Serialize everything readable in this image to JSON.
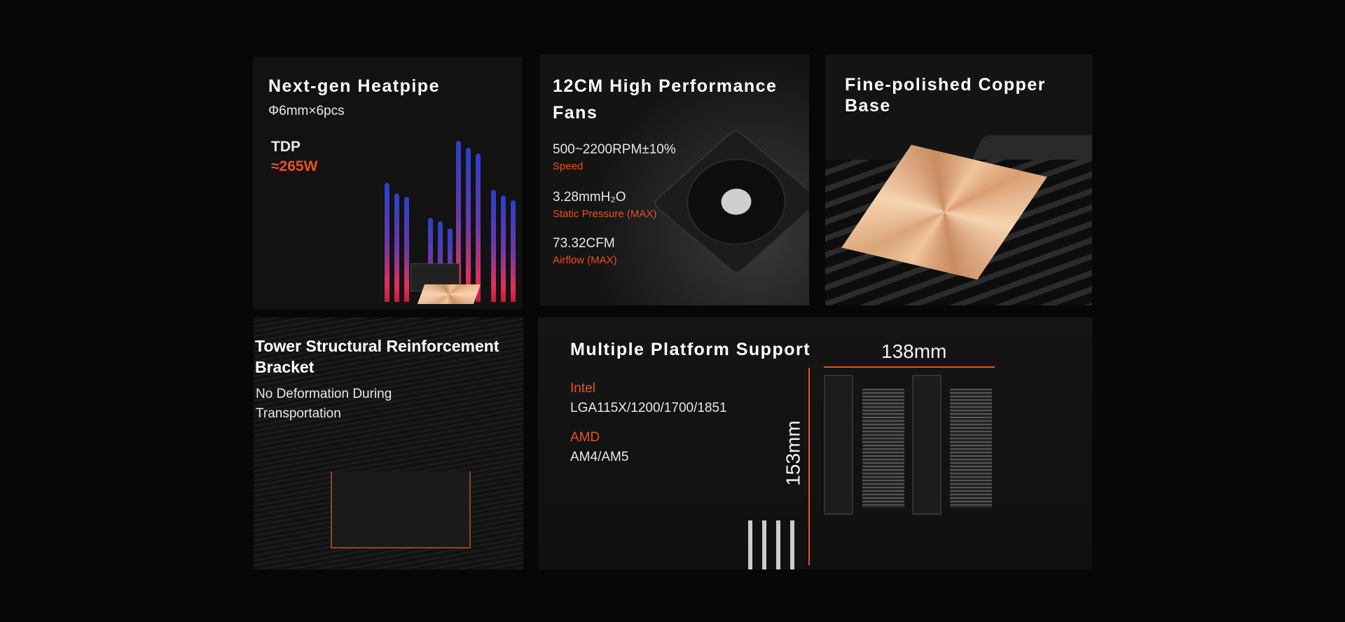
{
  "heatpipe": {
    "title": "Next-gen Heatpipe",
    "spec": "Φ6mm×6pcs",
    "tdp_label": "TDP",
    "tdp_value": "≈265W"
  },
  "fans": {
    "title_line1": "12CM High Performance",
    "title_line2": "Fans",
    "specs": [
      {
        "value": "500~2200RPM±10%",
        "label": "Speed"
      },
      {
        "value": "3.28mmH₂O",
        "label": "Static Pressure (MAX)"
      },
      {
        "value": "73.32CFM",
        "label": "Airflow (MAX)"
      }
    ]
  },
  "copper": {
    "title_line1": "Fine-polished Copper",
    "title_line2": "Base"
  },
  "bracket": {
    "title_line1": "Tower Structural Reinforcement",
    "title_line2": "Bracket",
    "desc_line1": "No Deformation During",
    "desc_line2": "Transportation"
  },
  "platform": {
    "title": "Multiple Platform Support",
    "intel_label": "Intel",
    "intel_sockets": "LGA115X/1200/1700/1851",
    "amd_label": "AMD",
    "amd_sockets": "AM4/AM5",
    "width_dim": "138mm",
    "height_dim": "153mm"
  },
  "colors": {
    "accent": "#e8521f",
    "background": "#070707",
    "panel": "#141414"
  }
}
